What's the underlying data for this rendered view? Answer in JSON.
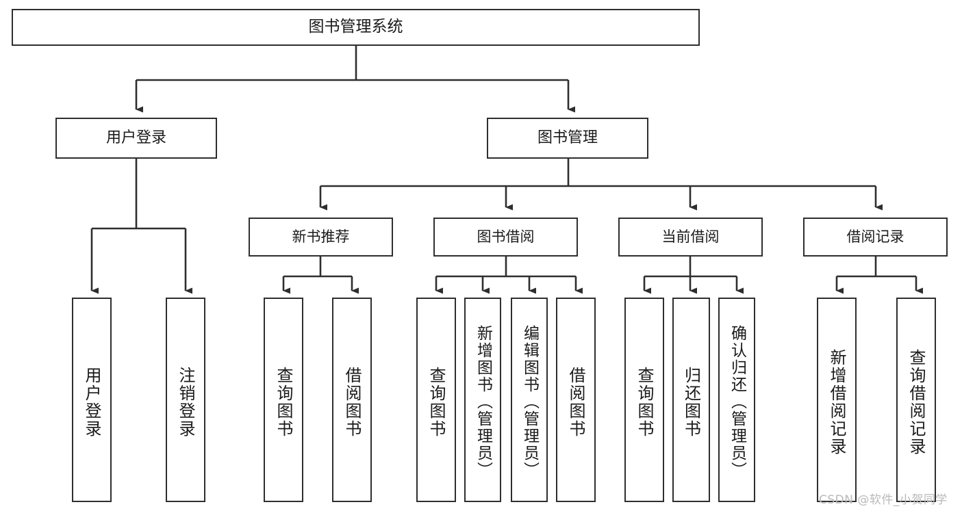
{
  "diagram": {
    "title": "图书管理系统",
    "type": "tree-hierarchy-chart",
    "root": {
      "label": "图书管理系统"
    },
    "level2": [
      {
        "label": "用户登录"
      },
      {
        "label": "图书管理"
      }
    ],
    "level3": [
      {
        "label": "新书推荐"
      },
      {
        "label": "图书借阅"
      },
      {
        "label": "当前借阅"
      },
      {
        "label": "借阅记录"
      }
    ],
    "leaves": {
      "user_login": [
        {
          "label": "用户登录"
        },
        {
          "label": "注销登录"
        }
      ],
      "new_book": [
        {
          "label": "查询图书"
        },
        {
          "label": "借阅图书"
        }
      ],
      "book_borrow": [
        {
          "label": "查询图书"
        },
        {
          "label": "新增图书（管理员）"
        },
        {
          "label": "编辑图书（管理员）"
        },
        {
          "label": "借阅图书"
        }
      ],
      "current_borrow": [
        {
          "label": "查询图书"
        },
        {
          "label": "归还图书"
        },
        {
          "label": "确认归还（管理员）"
        }
      ],
      "borrow_record": [
        {
          "label": "新增借阅记录"
        },
        {
          "label": "查询借阅记录"
        }
      ]
    },
    "watermark": "CSDN @软件_小贺同学",
    "colors": {
      "stroke": "#2e2e2e",
      "fill": "#ffffff",
      "text": "#1a1a1a",
      "watermark": "#b9b9b9"
    }
  }
}
